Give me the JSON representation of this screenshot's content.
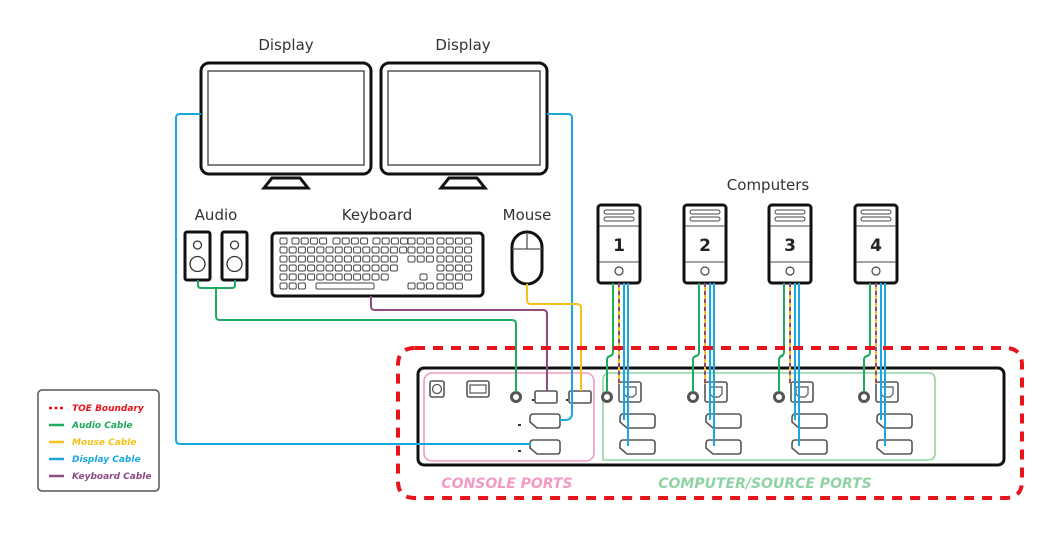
{
  "devices": {
    "displays": [
      {
        "label": "Display"
      },
      {
        "label": "Display"
      }
    ],
    "audio": {
      "label": "Audio"
    },
    "keyboard": {
      "label": "Keyboard"
    },
    "mouse": {
      "label": "Mouse"
    },
    "computers": {
      "label": "Computers",
      "items": [
        {
          "number": "1"
        },
        {
          "number": "2"
        },
        {
          "number": "3"
        },
        {
          "number": "4"
        }
      ]
    }
  },
  "switch": {
    "console_ports_label": "CONSOLE PORTS",
    "computer_ports_label": "COMPUTER/SOURCE PORTS"
  },
  "legend": {
    "items": [
      {
        "symbol": "...",
        "label": "TOE Boundary",
        "color": "#e8141c"
      },
      {
        "symbol": "—",
        "label": "Audio Cable",
        "color": "#1faa5e"
      },
      {
        "symbol": "—",
        "label": "Mouse Cable",
        "color": "#f5c21b"
      },
      {
        "symbol": "—",
        "label": "Display Cable",
        "color": "#1aa7e0"
      },
      {
        "symbol": "—",
        "label": "Keyboard Cable",
        "color": "#8e4a85"
      }
    ]
  },
  "colors": {
    "toe": "#e8141c",
    "audio": "#1faa5e",
    "mouse": "#f5c21b",
    "display": "#1aa7e0",
    "keyboard": "#8e4a85",
    "console_zone": "#f29ac4",
    "computer_zone": "#8fd3a4"
  }
}
